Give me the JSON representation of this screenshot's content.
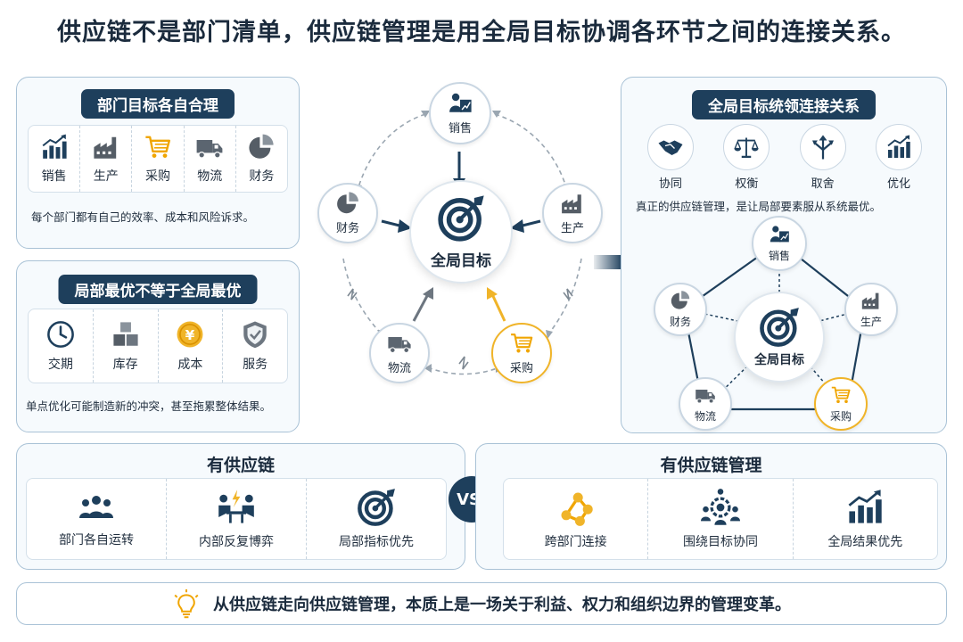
{
  "title": "供应链不是部门清单，供应链管理是用全局目标协调各环节之间的连接关系。",
  "panel1": {
    "title": "部门目标各自合理",
    "items": [
      {
        "label": "销售",
        "icon": "bar-growth-icon"
      },
      {
        "label": "生产",
        "icon": "factory-icon"
      },
      {
        "label": "采购",
        "icon": "cart-icon"
      },
      {
        "label": "物流",
        "icon": "truck-icon"
      },
      {
        "label": "财务",
        "icon": "pie-chart-icon"
      }
    ],
    "note": "每个部门都有自己的效率、成本和风险诉求。"
  },
  "panel2": {
    "title": "局部最优不等于全局最优",
    "items": [
      {
        "label": "交期",
        "icon": "clock-icon"
      },
      {
        "label": "库存",
        "icon": "boxes-icon"
      },
      {
        "label": "成本",
        "icon": "yen-coin-icon"
      },
      {
        "label": "服务",
        "icon": "shield-check-icon"
      }
    ],
    "note": "单点优化可能制造新的冲突，甚至拖累整体结果。"
  },
  "center_diagram": {
    "center_label": "全局目标",
    "nodes": {
      "sales": "销售",
      "finance": "财务",
      "production": "生产",
      "logistics": "物流",
      "purchasing": "采购"
    }
  },
  "panel3": {
    "title": "全局目标统领连接关系",
    "items": [
      {
        "label": "协同",
        "icon": "handshake-icon"
      },
      {
        "label": "权衡",
        "icon": "scale-icon"
      },
      {
        "label": "取舍",
        "icon": "split-arrows-icon"
      },
      {
        "label": "优化",
        "icon": "bar-growth-icon"
      }
    ],
    "note": "真正的供应链管理，是让局部要素服从系统最优。",
    "network": {
      "center_label": "全局目标",
      "sales": "销售",
      "finance": "财务",
      "production": "生产",
      "logistics": "物流",
      "purchasing": "采购"
    }
  },
  "bottom_left": {
    "title": "有供应链",
    "items": [
      {
        "label": "部门各自运转",
        "icon": "people-group-icon"
      },
      {
        "label": "内部反复博弈",
        "icon": "conflict-icon"
      },
      {
        "label": "局部指标优先",
        "icon": "target-icon"
      }
    ]
  },
  "vs": "VS.",
  "bottom_right": {
    "title": "有供应链管理",
    "items": [
      {
        "label": "跨部门连接",
        "icon": "network-icon"
      },
      {
        "label": "围绕目标协同",
        "icon": "team-gear-icon"
      },
      {
        "label": "全局结果优先",
        "icon": "bar-growth-icon"
      }
    ]
  },
  "footer": {
    "text": "从供应链走向供应链管理，本质上是一场关于利益、权力和组织边界的管理变革。",
    "icon": "lightbulb-icon"
  },
  "colors": {
    "navy": "#1e3f5c",
    "orange": "#f0b429",
    "border": "#a9c2d6"
  }
}
